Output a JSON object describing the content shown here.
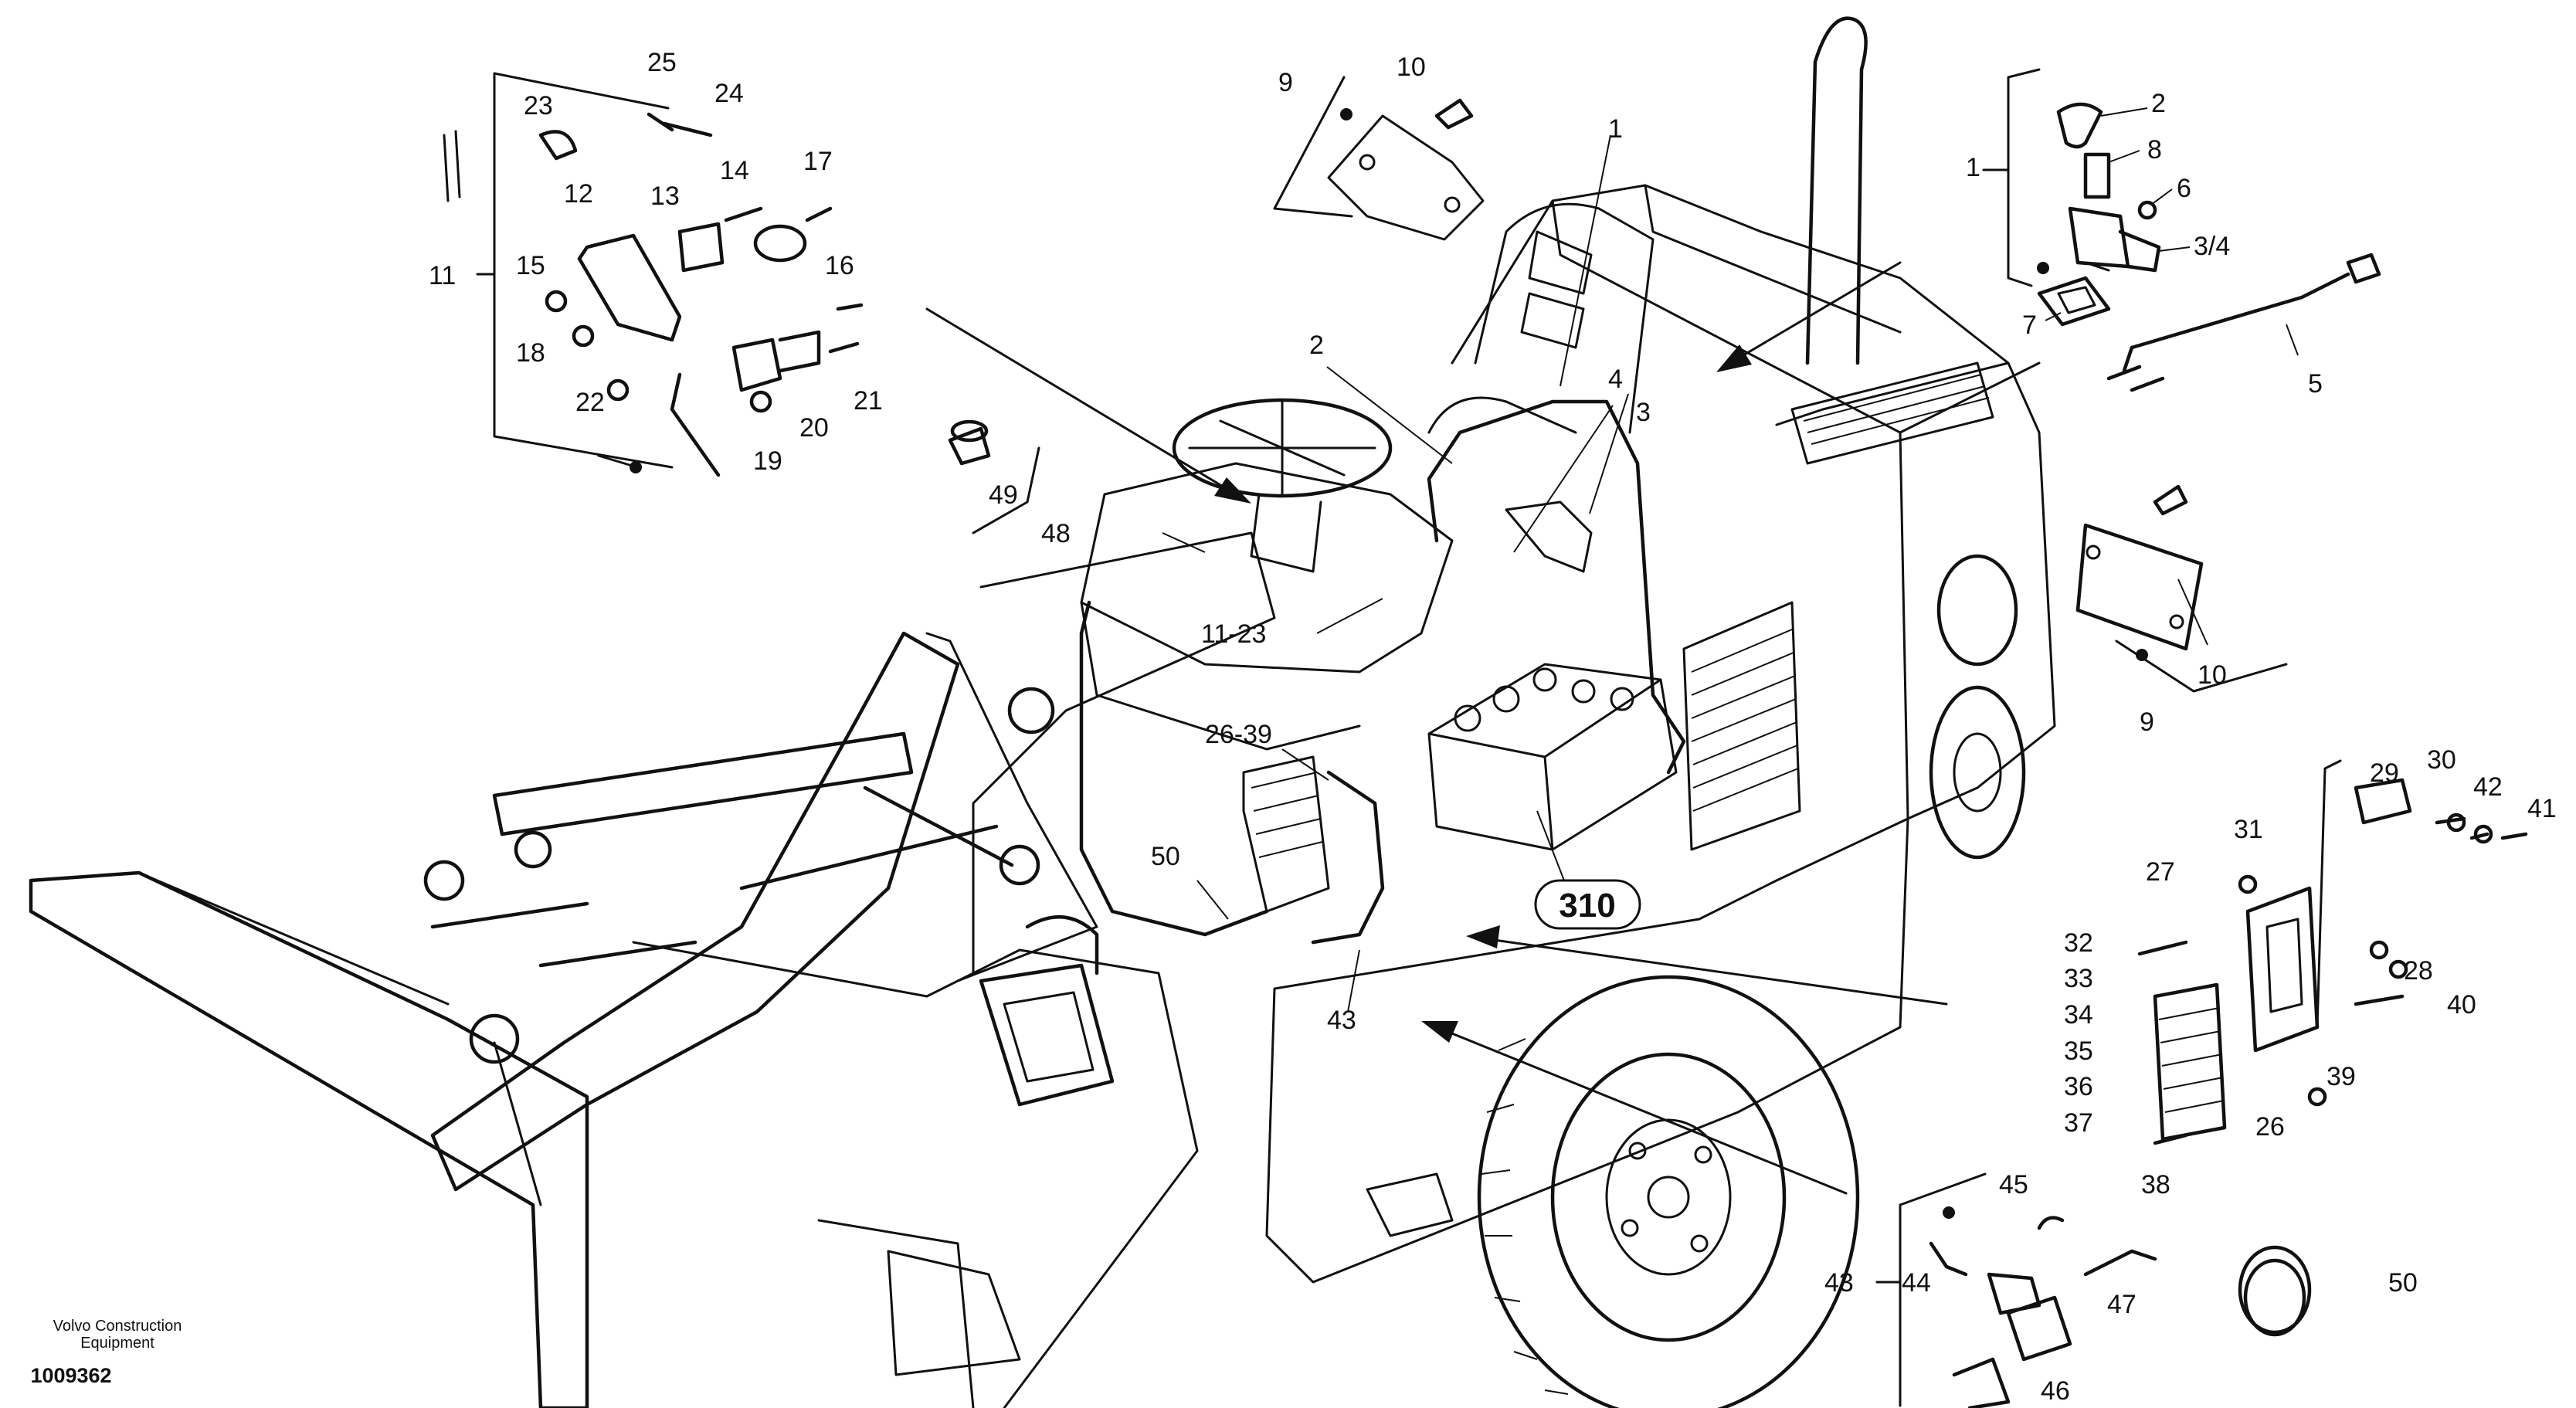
{
  "diagram": {
    "brand_line1": "Volvo Construction",
    "brand_line2": "Equipment",
    "doc_number": "1009362",
    "callout_310": "310"
  },
  "labels": {
    "l1a": "1",
    "l1b": "1",
    "l2a": "2",
    "l2b": "2",
    "l3a": "3",
    "l3_4": "3/4",
    "l4": "4",
    "l5": "5",
    "l6": "6",
    "l7": "7",
    "l8": "8",
    "l9a": "9",
    "l9b": "9",
    "l10a": "10",
    "l10b": "10",
    "l11": "11",
    "l11_23": "11-23",
    "l12": "12",
    "l13": "13",
    "l14": "14",
    "l15": "15",
    "l16": "16",
    "l17": "17",
    "l18": "18",
    "l19": "19",
    "l20": "20",
    "l21": "21",
    "l22": "22",
    "l23": "23",
    "l24": "24",
    "l25": "25",
    "l26": "26",
    "l26_39": "26-39",
    "l27": "27",
    "l28": "28",
    "l29": "29",
    "l30": "30",
    "l31": "31",
    "l32": "32",
    "l33": "33",
    "l34": "34",
    "l35": "35",
    "l36": "36",
    "l37": "37",
    "l38": "38",
    "l39": "39",
    "l40": "40",
    "l41": "41",
    "l42": "42",
    "l43a": "43",
    "l43b": "43",
    "l44": "44",
    "l45": "45",
    "l46": "46",
    "l47": "47",
    "l48": "48",
    "l49": "49",
    "l50a": "50",
    "l50b": "50"
  }
}
